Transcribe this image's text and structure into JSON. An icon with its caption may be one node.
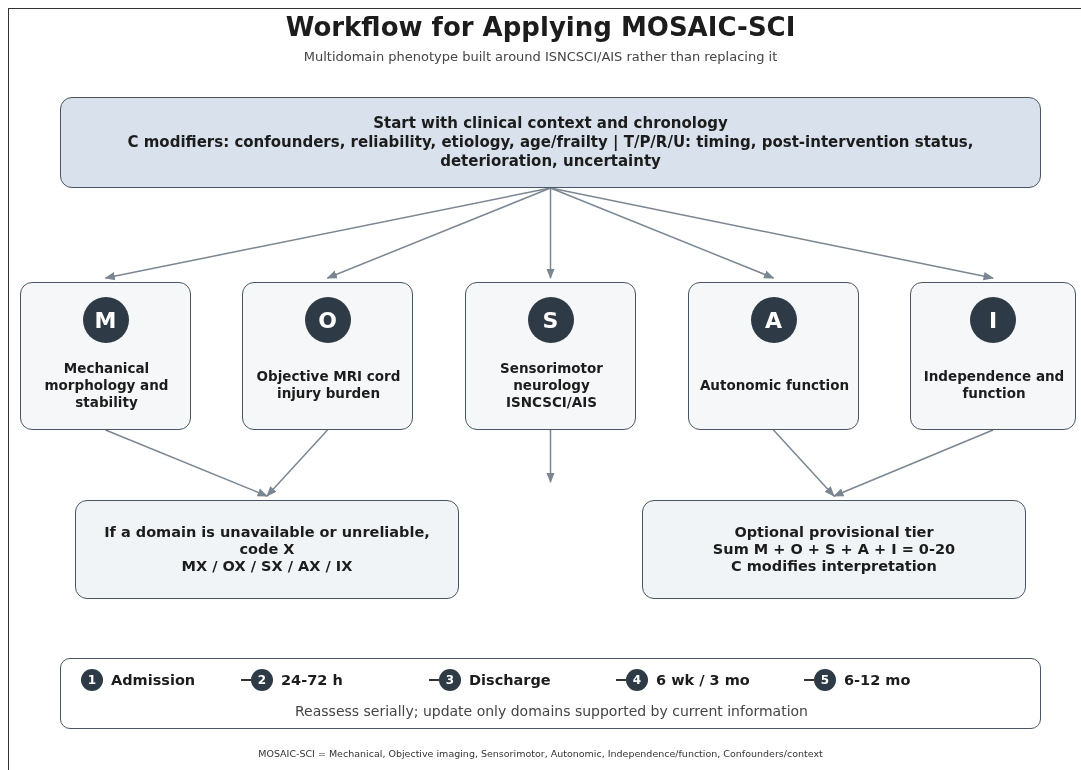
{
  "diagram": {
    "title": "Workflow for Applying MOSAIC-SCI",
    "nodes": [
      {
        "text": [
          "Start with clinical context and chronology",
          "C modifiers: confounders, reliability, etiology, age/frailty | T/P/R/U: timing, post-intervention status, deterioration, uncertainty"
        ]
      },
      {
        "text": [
          "M",
          "Mechanical morphology and stability"
        ]
      },
      {
        "text": [
          "O",
          "Objective MRI cord injury burden"
        ]
      },
      {
        "text": [
          "S",
          "Sensorimotor neurology ISNCSCI/AIS"
        ]
      },
      {
        "text": [
          "A",
          "Autonomic function"
        ]
      },
      {
        "text": [
          "I",
          "Independence and function"
        ]
      },
      {
        "text": [
          "If a domain is unavailable or unreliable, code X",
          "MX / OX / SX / AX / IX"
        ]
      },
      {
        "text": [
          "Optional provisional tier",
          "Sum M + O + S + A + I = 0-20",
          "C modifies interpretation"
        ]
      },
      {
        "text": [
          "Reassess serially; update only domains supported by current information"
        ]
      },
      {
        "text": [
          "1",
          "Admission"
        ],
        "in": 8
      },
      {
        "text": [
          "2",
          "24-72 h"
        ],
        "in": 8
      },
      {
        "text": [
          "3",
          "Discharge"
        ],
        "in": 8
      },
      {
        "text": [
          "4",
          "6 wk / 3 mo"
        ],
        "in": 8
      },
      {
        "text": [
          "5",
          "6-12 mo"
        ],
        "in": 8
      }
    ],
    "edges": [
      {
        "from": 0,
        "to": 1,
        "arrow": "to"
      },
      {
        "from": 0,
        "to": 2,
        "arrow": "to"
      },
      {
        "from": 0,
        "to": 3,
        "arrow": "to"
      },
      {
        "from": 0,
        "to": 4,
        "arrow": "to"
      },
      {
        "from": 0,
        "to": 5,
        "arrow": "to"
      },
      {
        "from": 1,
        "to": 6,
        "arrow": "to"
      },
      {
        "from": 2,
        "to": 6,
        "arrow": "to"
      },
      {
        "from": 3,
        "to": null,
        "arrow": "to"
      },
      {
        "from": 4,
        "to": 7,
        "arrow": "to"
      },
      {
        "from": 5,
        "to": 7,
        "arrow": "to"
      }
    ],
    "labels": [
      "Multidomain phenotype built around ISNCSCI/AIS rather than replacing it",
      "MOSAIC-SCI = Mechanical, Objective imaging, Sensorimotor, Autonomic, Independence/function, Confounders/context"
    ]
  }
}
